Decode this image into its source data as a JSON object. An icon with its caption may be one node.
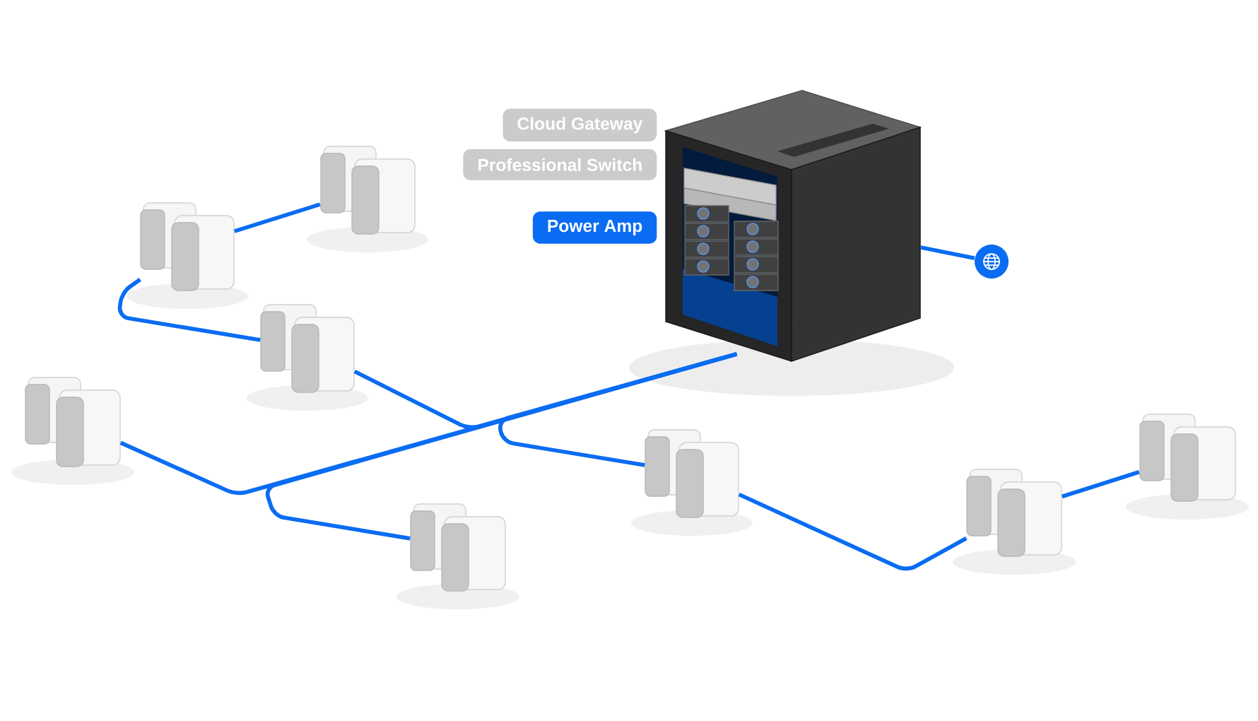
{
  "diagram": {
    "nodes": [
      {
        "text": [
          "Cloud Gateway"
        ]
      },
      {
        "text": [
          "Professional Switch"
        ]
      },
      {
        "text": [
          "Power Amp"
        ]
      },
      {
        "text": [],
        "shape": "picture"
      },
      {
        "text": [],
        "shape": "circle"
      },
      {
        "text": [],
        "shape": "picture"
      },
      {
        "text": [],
        "shape": "picture"
      },
      {
        "text": [],
        "shape": "picture"
      },
      {
        "text": [],
        "shape": "picture"
      },
      {
        "text": [],
        "shape": "picture"
      },
      {
        "text": [],
        "shape": "picture"
      },
      {
        "text": [],
        "shape": "picture"
      },
      {
        "text": [],
        "shape": "picture"
      }
    ],
    "edges": [
      {
        "from": 3,
        "to": 4,
        "arrow": "none"
      },
      {
        "from": 3,
        "to": 7,
        "arrow": "none"
      },
      {
        "from": 7,
        "to": 6,
        "arrow": "none"
      },
      {
        "from": 6,
        "to": 5,
        "arrow": "none"
      },
      {
        "from": 3,
        "to": 8,
        "arrow": "none"
      },
      {
        "from": 3,
        "to": 9,
        "arrow": "none"
      },
      {
        "from": 3,
        "to": 10,
        "arrow": "none"
      },
      {
        "from": 10,
        "to": 11,
        "arrow": "none"
      },
      {
        "from": 11,
        "to": 12,
        "arrow": "none"
      }
    ]
  }
}
